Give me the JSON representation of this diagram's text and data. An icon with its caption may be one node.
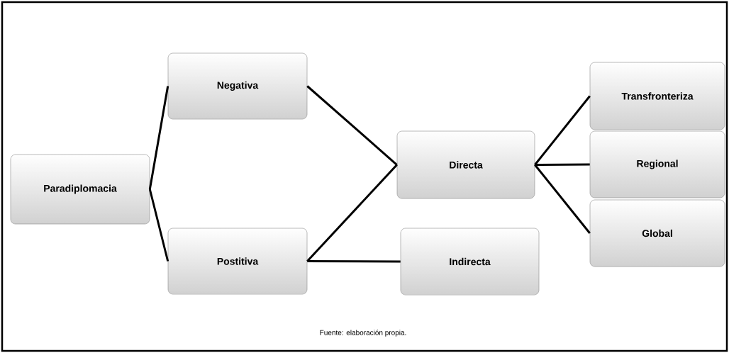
{
  "diagram": {
    "caption": "Fuente: elaboración propia.",
    "nodes": [
      {
        "text": [
          "Paradiplomacia"
        ]
      },
      {
        "text": [
          "Negativa"
        ]
      },
      {
        "text": [
          "Postitiva"
        ]
      },
      {
        "text": [
          "Directa"
        ]
      },
      {
        "text": [
          "Indirecta"
        ]
      },
      {
        "text": [
          "Transfronteriza"
        ]
      },
      {
        "text": [
          "Regional"
        ]
      },
      {
        "text": [
          "Global"
        ]
      }
    ],
    "edges": [
      {
        "from": 0,
        "to": 1,
        "arrow": "none"
      },
      {
        "from": 0,
        "to": 2,
        "arrow": "none"
      },
      {
        "from": 1,
        "to": 3,
        "arrow": "none"
      },
      {
        "from": 2,
        "to": 3,
        "arrow": "none"
      },
      {
        "from": 2,
        "to": 4,
        "arrow": "none"
      },
      {
        "from": 3,
        "to": 5,
        "arrow": "none"
      },
      {
        "from": 3,
        "to": 6,
        "arrow": "none"
      },
      {
        "from": 3,
        "to": 7,
        "arrow": "none"
      }
    ]
  }
}
